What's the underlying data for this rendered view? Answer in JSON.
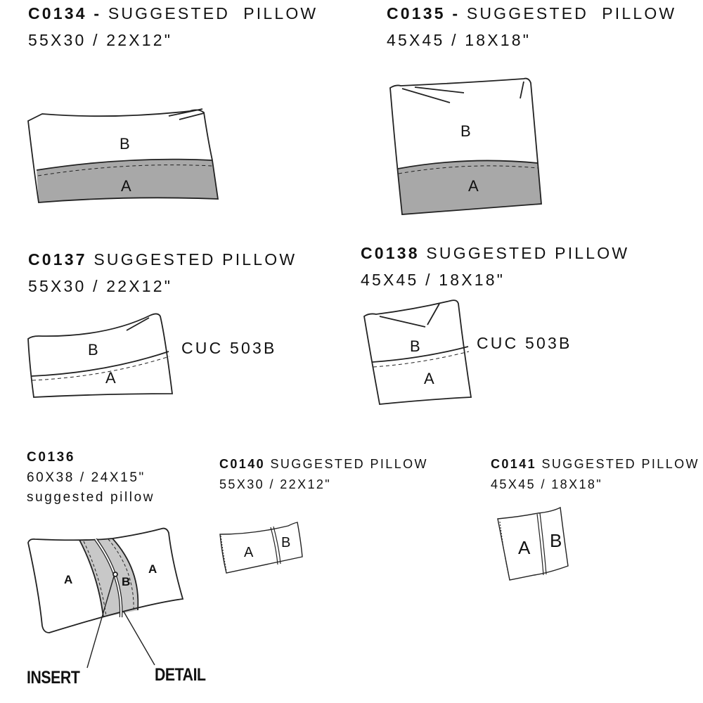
{
  "colors": {
    "fabric_a_fill": "#a8a8a8",
    "fabric_b_band": "#c8c8c8",
    "outline": "#222222"
  },
  "items": [
    {
      "code": "C0134",
      "separator": "-",
      "title": "SUGGESTED  PILLOW",
      "size": "55X30 / 22X12\"",
      "label_top": "B",
      "label_bottom": "A"
    },
    {
      "code": "C0135",
      "separator": "-",
      "title": "SUGGESTED  PILLOW",
      "size": "45X45 / 18X18\"",
      "label_top": "B",
      "label_bottom": "A"
    },
    {
      "code": "C0137",
      "title": "SUGGESTED PILLOW",
      "size": "55X30 / 22X12\"",
      "label_top": "B",
      "label_bottom": "A",
      "note": "CUC 503B"
    },
    {
      "code": "C0138",
      "title": "SUGGESTED PILLOW",
      "size": "45X45 / 18X18\"",
      "label_top": "B",
      "label_bottom": "A",
      "note": "CUC 503B"
    },
    {
      "code": "C0136",
      "size": "60X38 / 24X15\"",
      "subtitle": "suggested pillow",
      "label_left": "A",
      "label_center": "B",
      "label_right": "A",
      "callout_insert": "INSERT",
      "callout_detail": "DETAIL"
    },
    {
      "code": "C0140",
      "title": "SUGGESTED PILLOW",
      "size": "55X30 / 22X12\"",
      "label_left": "A",
      "label_right": "B"
    },
    {
      "code": "C0141",
      "title": "SUGGESTED PILLOW",
      "size": "45X45 / 18X18\"",
      "label_left": "A",
      "label_right": "B"
    }
  ]
}
